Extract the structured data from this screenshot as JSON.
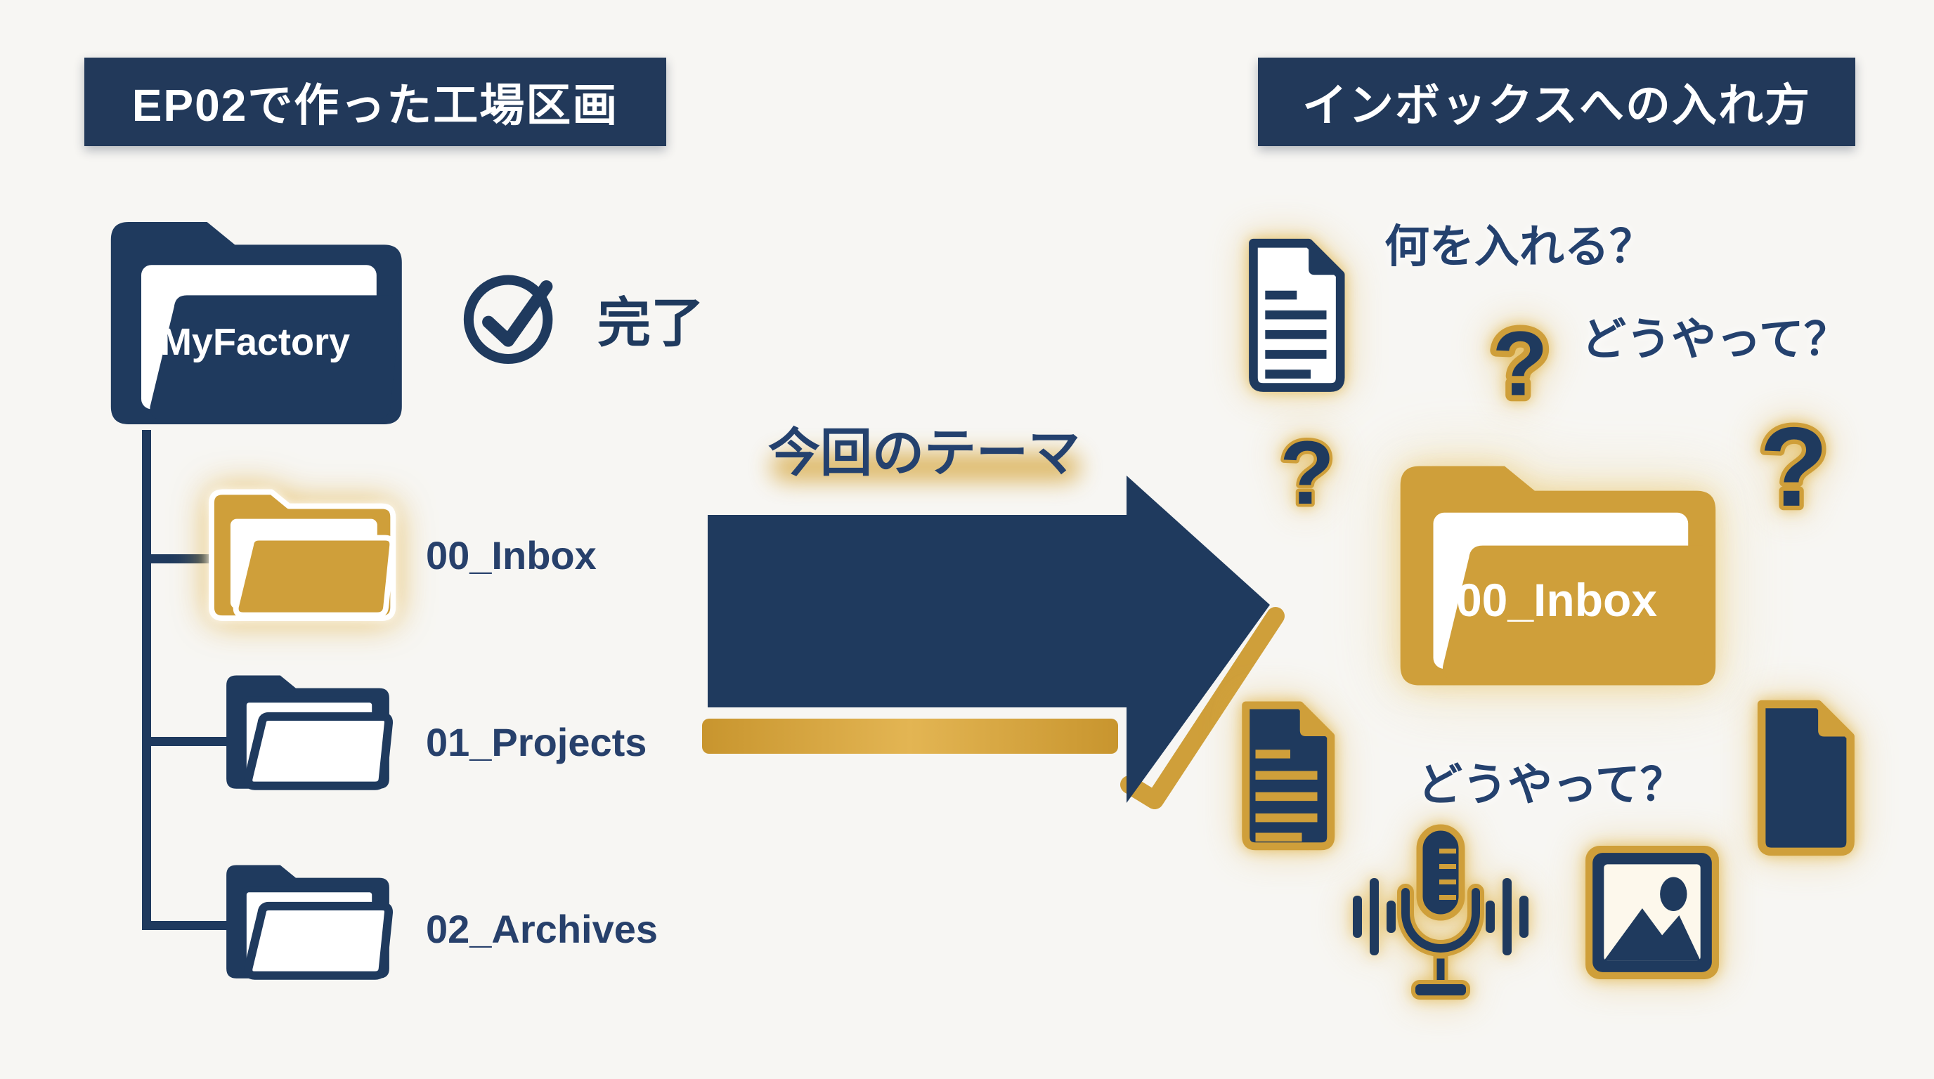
{
  "palette": {
    "navy": "#1f3a5e",
    "navy_banner": "#22395a",
    "gold": "#cf9f3a",
    "gold_glow": "#e2b854",
    "background": "#f7f6f3",
    "white": "#ffffff"
  },
  "left": {
    "header": "EP02で作った工場区画",
    "tree": {
      "root_label": "MyFactory",
      "children": [
        {
          "label": "00_Inbox",
          "highlighted": true
        },
        {
          "label": "01_Projects",
          "highlighted": false
        },
        {
          "label": "02_Archives",
          "highlighted": false
        }
      ]
    },
    "status": {
      "label": "完了",
      "icon": "check-circle-icon"
    }
  },
  "center": {
    "theme": "今回のテーマ",
    "arrow": "right-arrow-icon"
  },
  "right": {
    "header": "インボックスへの入れ方",
    "question_what": "何を入れる？",
    "question_how_top": "どうやって？",
    "question_how_bottom": "どうやって？",
    "folder_label": "00_Inbox"
  },
  "glyphs": {
    "question_mark": "?"
  }
}
